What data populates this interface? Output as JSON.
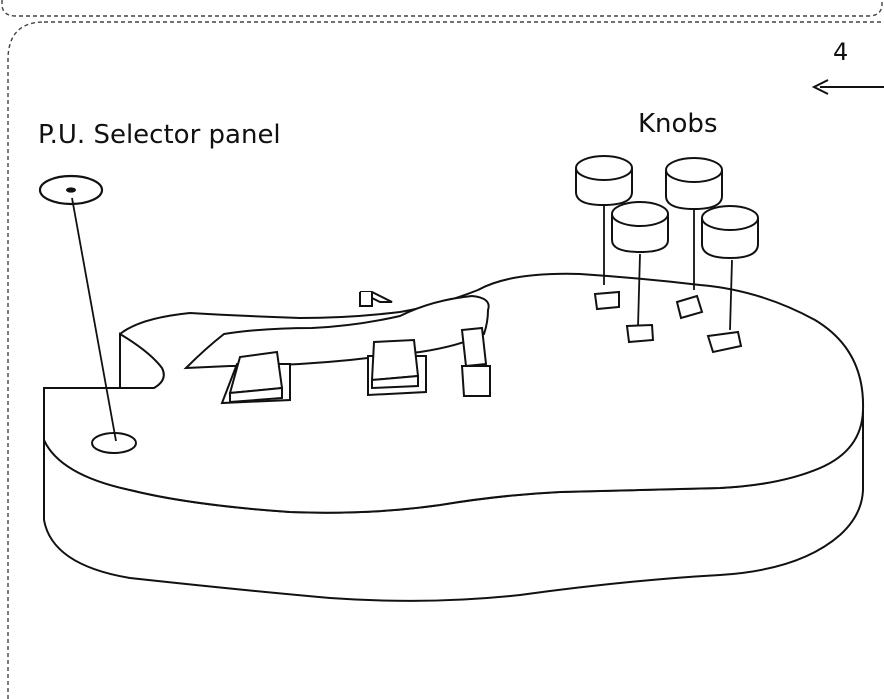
{
  "step_number": "4",
  "labels": {
    "selector_panel": "P.U. Selector panel",
    "knobs": "Knobs"
  },
  "colors": {
    "ink": "#111111",
    "paper": "#ffffff",
    "frame": "#444444"
  }
}
